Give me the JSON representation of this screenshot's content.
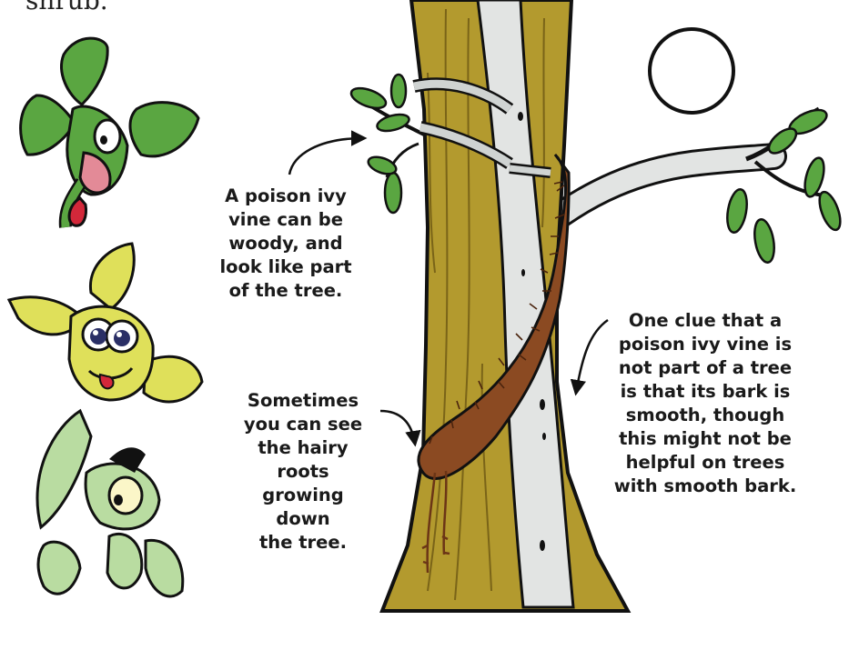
{
  "header_fragment": "shrub.",
  "captions": {
    "woody": [
      "A poison ivy",
      "vine can be",
      "woody, and",
      "look like part",
      "of the tree."
    ],
    "roots": [
      "Sometimes",
      "you can see",
      "the hairy roots",
      "growing down",
      "the tree."
    ],
    "clue": [
      "One clue that a",
      "poison ivy vine is",
      "not part of a tree",
      "is that its bark is",
      "smooth, though",
      "this might not be",
      "helpful on trees",
      "with smooth bark."
    ]
  },
  "colors": {
    "trunk": "#b39a2e",
    "trunk_dark": "#8a7420",
    "vine": "#8b4a22",
    "birch": "#e2e4e3",
    "leaf_green": "#5aa641",
    "leaf_yellow": "#dfe05a",
    "leaf_pale": "#b9dca1"
  }
}
